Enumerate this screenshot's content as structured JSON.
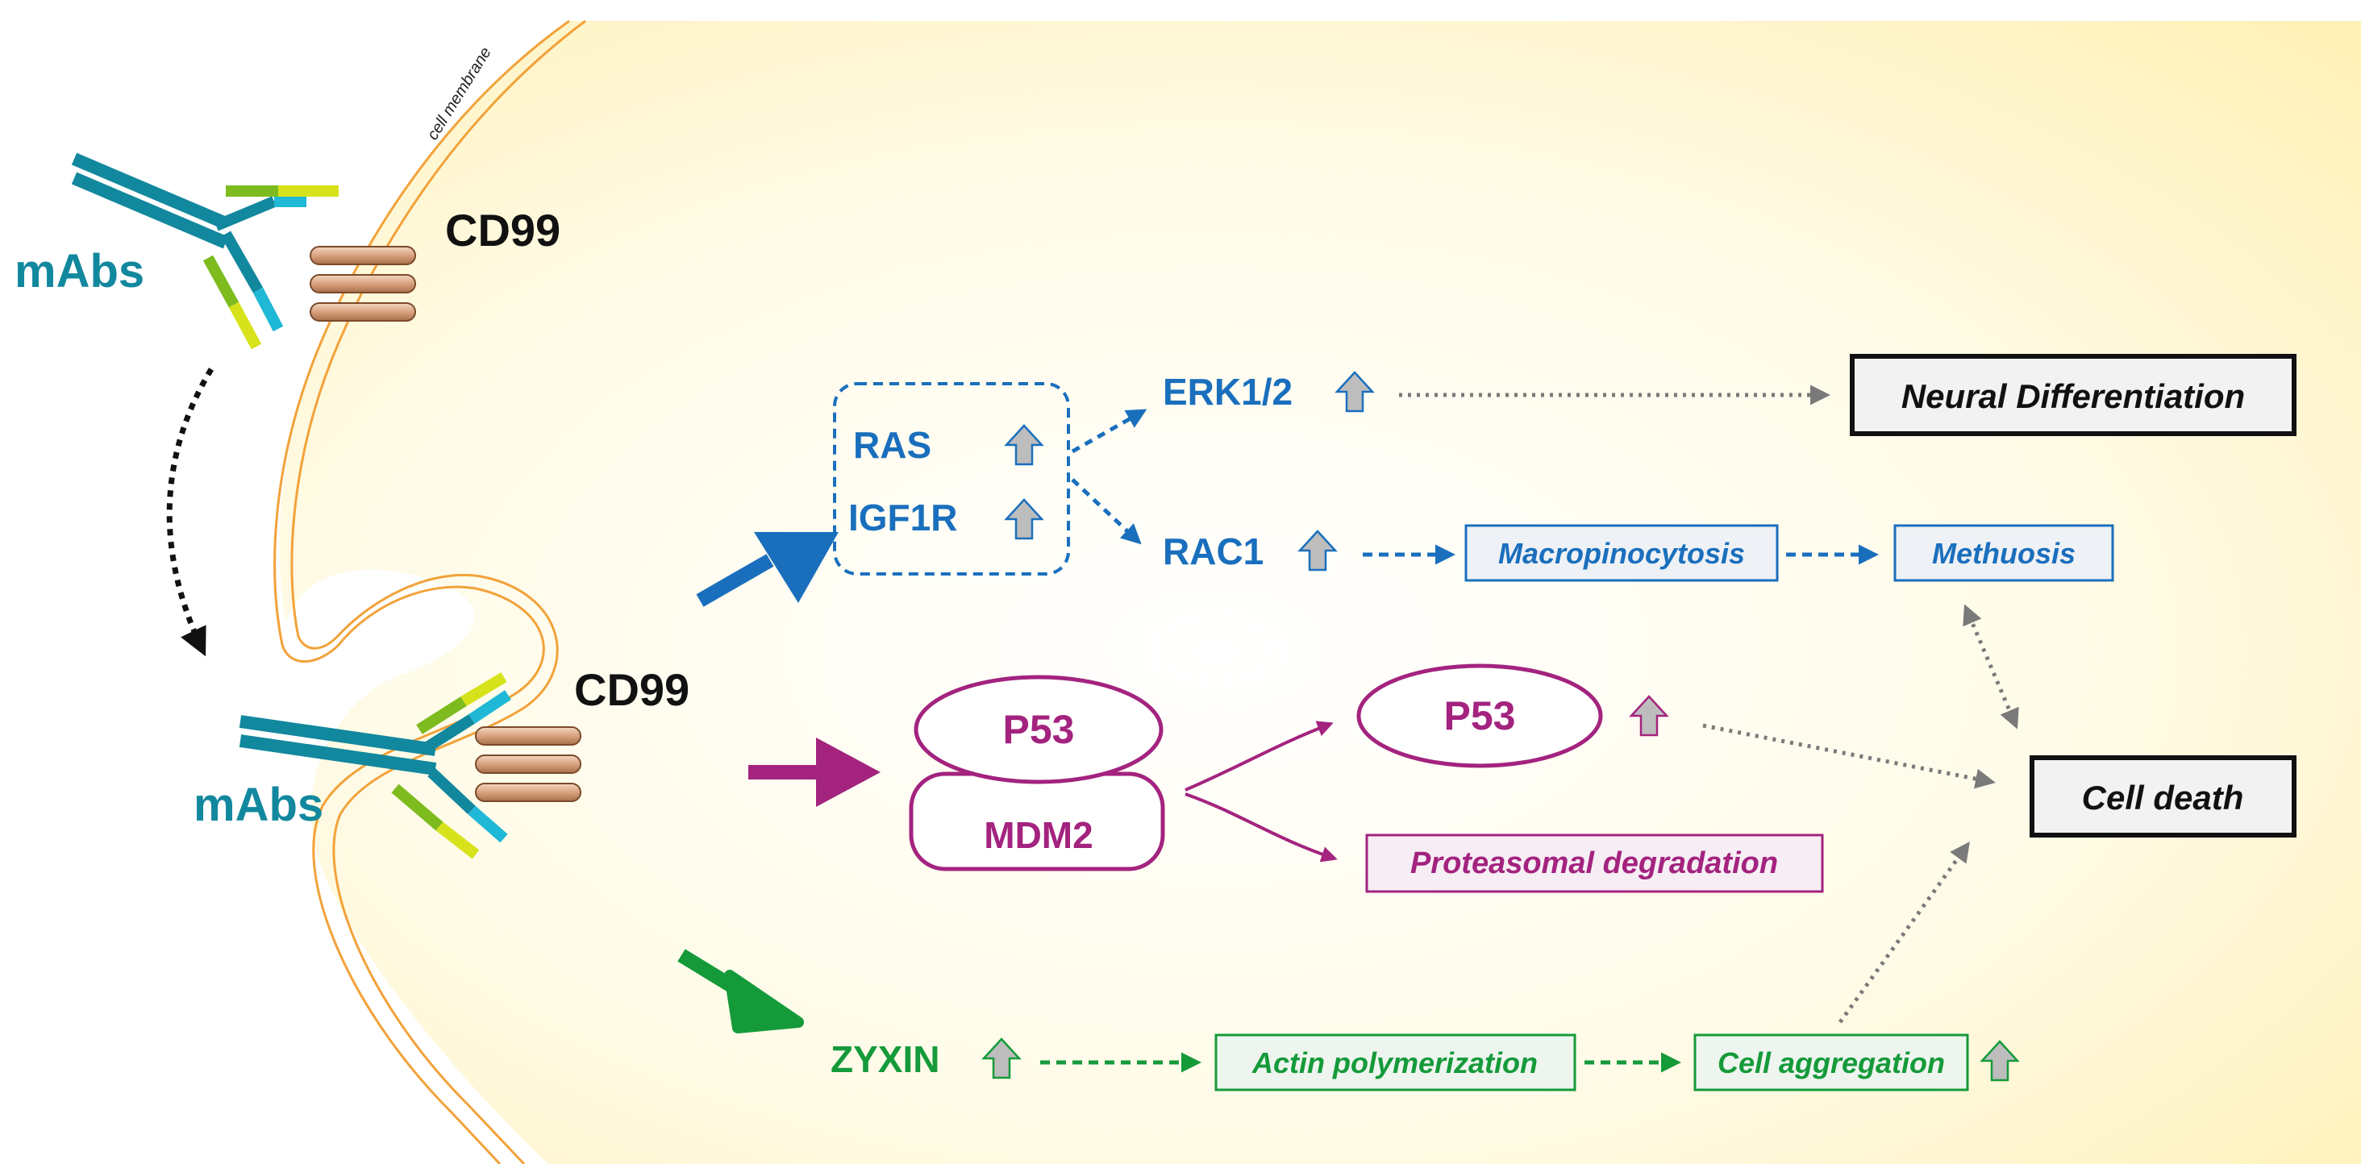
{
  "labels": {
    "cell_membrane": "cell membrane",
    "mabs_top": "mAbs",
    "cd99_top": "CD99",
    "mabs_bottom": "mAbs",
    "cd99_bottom": "CD99",
    "ras": "RAS",
    "igf1r": "IGF1R",
    "erk": "ERK1/2",
    "rac1": "RAC1",
    "neural_differentiation": "Neural Differentiation",
    "macropinocytosis": "Macropinocytosis",
    "methuosis": "Methuosis",
    "p53_complex": "P53",
    "mdm2": "MDM2",
    "p53_free": "P53",
    "proteasomal_degradation": "Proteasomal degradation",
    "cell_death": "Cell death",
    "zyxin": "ZYXIN",
    "actin_polymerization": "Actin polymerization",
    "cell_aggregation": "Cell aggregation"
  },
  "colors": {
    "blue_pathway": "#1a6fbd",
    "magenta_pathway": "#a3237f",
    "green_pathway": "#159a3a",
    "teal_antibody": "#12889e",
    "cyan_chain": "#1fb8d6",
    "lime_chain": "#7dbb1e",
    "yellow_chain": "#d7e21b",
    "membrane": "#f2a23a",
    "cytoplasm": "#fff7cf",
    "cd99_receptor": "#d9a27e",
    "up_arrow": "#b9b9b9",
    "dotted_gray": "#7a7a7a"
  },
  "icons": {
    "up_arrow": "up-arrow-icon",
    "antibody": "antibody-icon",
    "receptor": "cd99-receptor-icon"
  }
}
